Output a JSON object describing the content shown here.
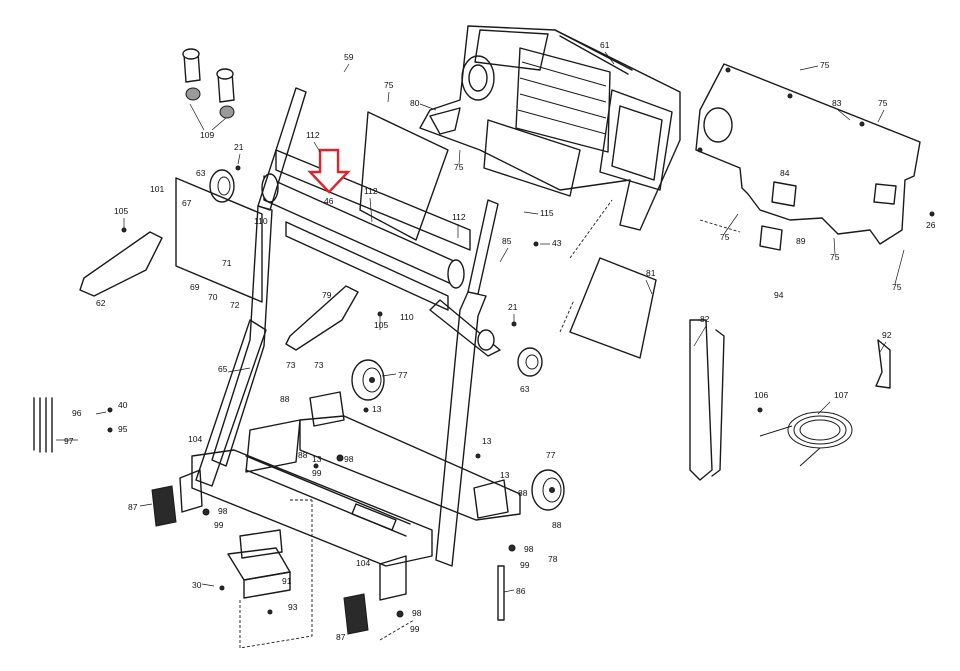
{
  "diagram": {
    "highlight_color": "#e0232b",
    "highlight_target": "46",
    "labels": {
      "l59": "59",
      "l61": "61",
      "l75a": "75",
      "l75b": "75",
      "l75c": "75",
      "l75d": "75",
      "l75e": "75",
      "l75f": "75",
      "l75g": "75",
      "l80": "80",
      "l83": "83",
      "l84": "84",
      "l89": "89",
      "l94": "94",
      "l26": "26",
      "l109": "109",
      "l112a": "112",
      "l112b": "112",
      "l112c": "112",
      "l21a": "21",
      "l21b": "21",
      "l63a": "63",
      "l63b": "63",
      "l46": "46",
      "l101": "101",
      "l67": "67",
      "l110a": "110",
      "l110b": "110",
      "l105a": "105",
      "l105b": "105",
      "l115": "115",
      "l85": "85",
      "l43": "43",
      "l81": "81",
      "l82": "82",
      "l92": "92",
      "l62": "62",
      "l69": "69",
      "l71": "71",
      "l70": "70",
      "l72": "72",
      "l79": "79",
      "l65": "65",
      "l73a": "73",
      "l73b": "73",
      "l77a": "77",
      "l77b": "77",
      "l88a": "88",
      "l88b": "88",
      "l88c": "88",
      "l88d": "88",
      "l13a": "13",
      "l13b": "13",
      "l13c": "13",
      "l13d": "13",
      "l96": "96",
      "l40": "40",
      "l95": "95",
      "l97": "97",
      "l104a": "104",
      "l104b": "104",
      "l98a": "98",
      "l98b": "98",
      "l98c": "98",
      "l98d": "98",
      "l99a": "99",
      "l99b": "99",
      "l99c": "99",
      "l99d": "99",
      "l87a": "87",
      "l87b": "87",
      "l30": "30",
      "l91": "91",
      "l93": "93",
      "l78": "78",
      "l86": "86",
      "l106": "106",
      "l107": "107"
    }
  }
}
